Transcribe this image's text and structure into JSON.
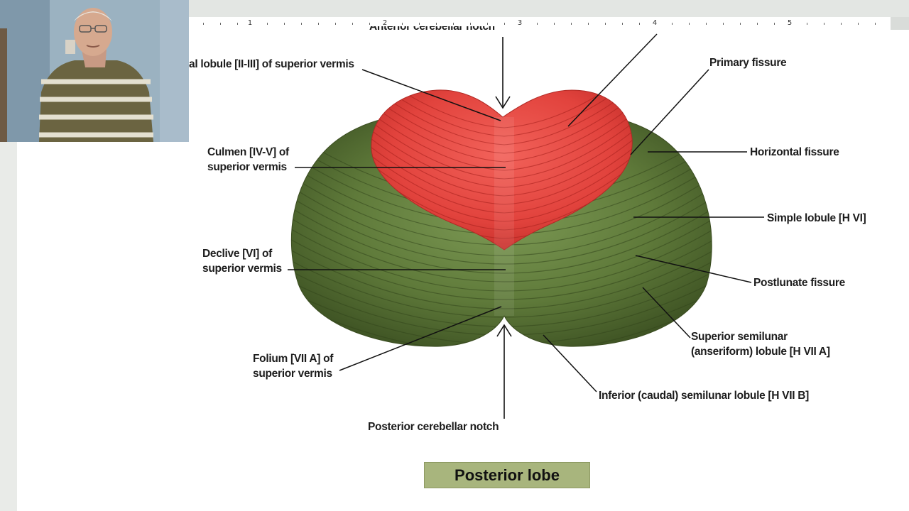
{
  "ruler": {
    "numbers": [
      "1",
      "2",
      "3",
      "4",
      "5"
    ]
  },
  "labels": {
    "anterior_notch": "Anterior cerebellar notch",
    "central_lobule": "al lobule [II-III] of superior vermis",
    "primary_fissure": "Primary fissure",
    "culmen": [
      "Culmen [IV-V] of",
      "superior vermis"
    ],
    "horizontal_fissure": "Horizontal fissure",
    "simple_lobule": "Simple lobule [H VI]",
    "declive": [
      "Declive [VI] of",
      "superior vermis"
    ],
    "postlunate_fissure": "Postlunate fissure",
    "superior_semilunar": [
      "Superior semilunar",
      "(anseriform) lobule [H VII A]"
    ],
    "folium": [
      "Folium [VII A] of",
      "superior vermis"
    ],
    "inferior_semilunar": "Inferior (caudal) semilunar lobule [H VII B]",
    "posterior_notch": "Posterior cerebellar notch"
  },
  "posterior_lobe_box": "Posterior lobe",
  "colors": {
    "anterior_lobe": "#e2433d",
    "posterior_lobe": "#5b7436",
    "label_box": "#a8b57d"
  }
}
